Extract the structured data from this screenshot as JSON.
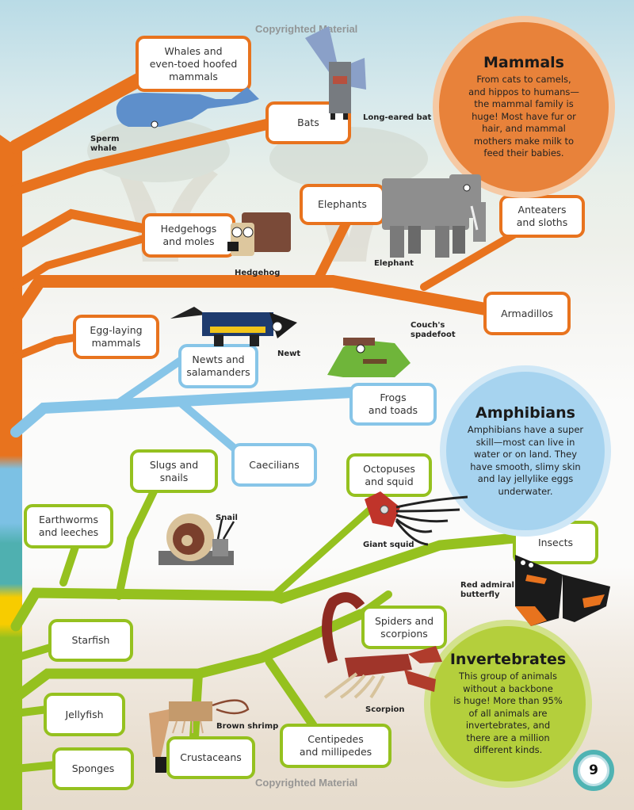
{
  "watermark": {
    "top": "Copyrighted Material",
    "bottom": "Copyrighted Material"
  },
  "page_number": "9",
  "colors": {
    "mammals": "#e8731e",
    "amphibians": "#87c5e8",
    "invertebrates": "#95c11f",
    "teal": "#4fb3b3",
    "yellow": "#f7cc00"
  },
  "info_circles": {
    "mammals": {
      "title": "Mammals",
      "text": "From cats to camels,\nand hippos to humans—\nthe mammal family is\nhuge! Most have fur or\nhair, and mammal\nmothers make milk to\nfeed their babies."
    },
    "amphibians": {
      "title": "Amphibians",
      "text": "Amphibians have a super\nskill—most can live in\nwater or on land. They\nhave smooth, slimy skin\nand lay jellylike eggs\nunderwater."
    },
    "invertebrates": {
      "title": "Invertebrates",
      "text": "This group of animals\nwithout a backbone\nis huge! More than 95%\nof all animals are\ninvertebrates, and\nthere are a million\ndifferent kinds."
    }
  },
  "mammal_groups": {
    "whales": "Whales and\neven-toed hoofed\nmammals",
    "bats": "Bats",
    "elephants": "Elephants",
    "hedgehogs": "Hedgehogs\nand moles",
    "anteaters": "Anteaters\nand sloths",
    "armadillos": "Armadillos",
    "egg_laying": "Egg-laying\nmammals"
  },
  "amphibian_groups": {
    "newts": "Newts and\nsalamanders",
    "frogs": "Frogs\nand toads",
    "caecilians": "Caecilians"
  },
  "invertebrate_groups": {
    "slugs": "Slugs and\nsnails",
    "octopuses": "Octopuses\nand squid",
    "earthworms": "Earthworms\nand leeches",
    "insects": "Insects",
    "spiders": "Spiders and\nscorpions",
    "starfish": "Starfish",
    "jellyfish": "Jellyfish",
    "crustaceans": "Crustaceans",
    "centipedes": "Centipedes\nand millipedes",
    "sponges": "Sponges"
  },
  "model_captions": {
    "sperm_whale": "Sperm\nwhale",
    "bat": "Long-eared bat",
    "hedgehog": "Hedgehog",
    "elephant": "Elephant",
    "newt": "Newt",
    "frog": "Couch's\nspadefoot",
    "snail": "Snail",
    "squid": "Giant squid",
    "butterfly": "Red admiral\nbutterfly",
    "scorpion": "Scorpion",
    "shrimp": "Brown shrimp"
  }
}
